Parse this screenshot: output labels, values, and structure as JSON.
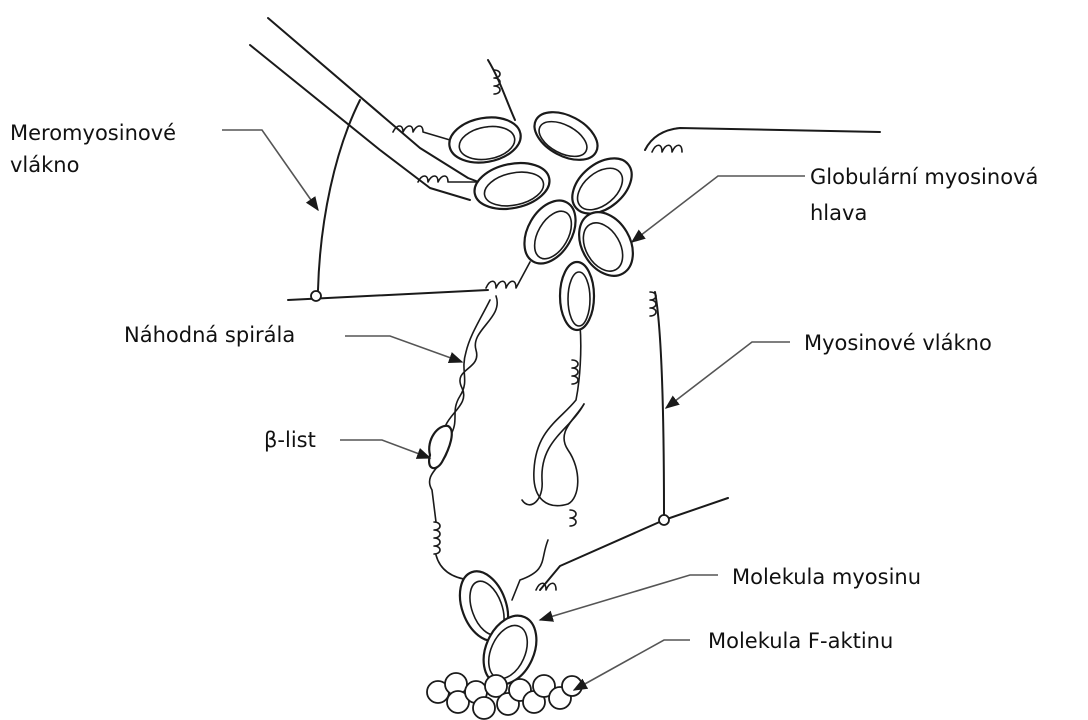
{
  "labels": {
    "meromyosin": [
      "Meromyosinové",
      "vlákno"
    ],
    "globular_head": [
      "Globulární myosinová",
      "hlava"
    ],
    "random_coil": "Náhodná spirála",
    "myosin_filament": "Myosinové vlákno",
    "beta_sheet": "β-list",
    "myosin_molecule": "Molekula myosinu",
    "f_actin": "Molekula F-aktinu"
  },
  "colors": {
    "ink": "#1a1a1a",
    "leader": "#555555",
    "background": "#ffffff"
  }
}
